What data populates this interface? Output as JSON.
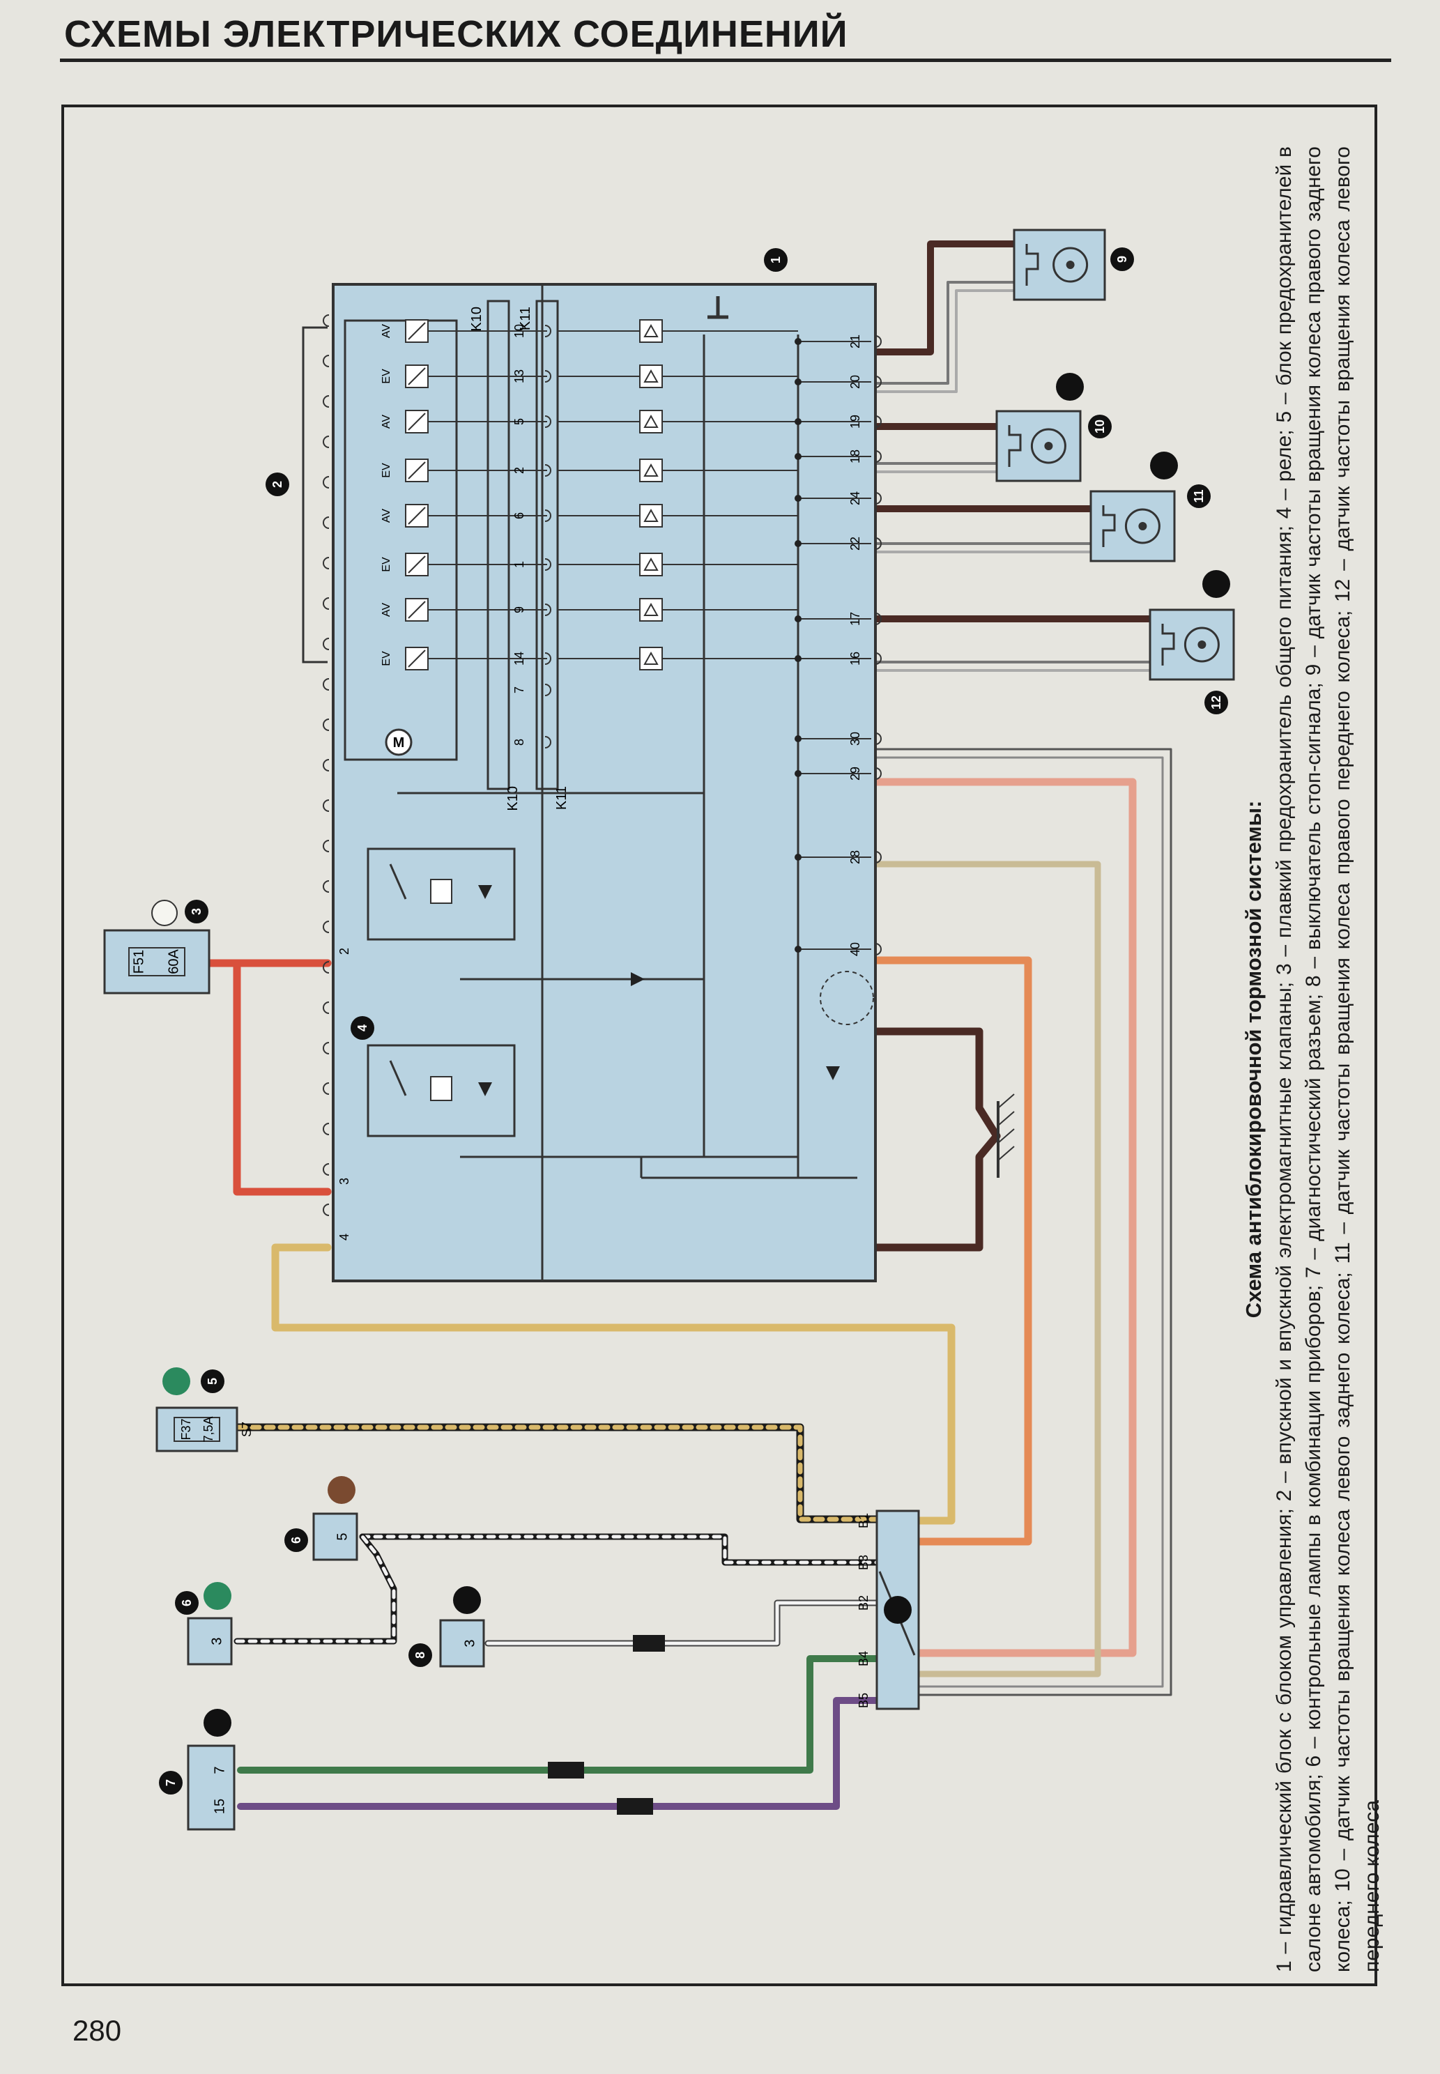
{
  "header": {
    "title": "СХЕМЫ ЭЛЕКТРИЧЕСКИХ СОЕДИНЕНИЙ",
    "page_number": "280"
  },
  "caption": {
    "title": "Схема антиблокировочной тормозной системы:",
    "legend": "1 – гидравлический блок с блоком управления; 2 – впускной и впускной электромагнитные клапаны; 3 – плавкий предохранитель общего питания; 4 – реле; 5 – блок предохранителей в салоне автомобиля; 6 – контрольные лампы в комбинации приборов; 7 – диагностический разъем; 8 – выключатель стоп-сигнала; 9 – датчик частоты вращения колеса правого заднего колеса; 10 – датчик частоты вращения колеса левого заднего колеса; 11 – датчик частоты вращения колеса правого переднего колеса; 12 – датчик частоты вращения колеса левого переднего колеса"
  },
  "callouts": {
    "n1": "1",
    "n2": "2",
    "n3": "3",
    "n4": "4",
    "n5": "5",
    "n6a": "6",
    "n6b": "6",
    "n7": "7",
    "n8": "8",
    "n9": "9",
    "n10": "10",
    "n11": "11",
    "n12": "12"
  },
  "ecu": {
    "k10": "K10",
    "k11": "K11",
    "valve_labels": [
      "EV",
      "AV",
      "EV",
      "AV",
      "EV",
      "AV",
      "EV",
      "AV"
    ],
    "k10_pins": [
      "8",
      "7",
      "14",
      "9",
      "1",
      "6",
      "2",
      "5",
      "13",
      "10"
    ],
    "left_pins": [
      "2",
      "3",
      "4"
    ],
    "right_pins": [
      "30",
      "29",
      "28",
      "40",
      "16",
      "17",
      "22",
      "24",
      "18",
      "19",
      "20",
      "21"
    ],
    "motor": "M"
  },
  "fuses": {
    "f51_name": "F51",
    "f51_rating": "60A",
    "f37_name": "F37",
    "f37_rating": "7,5A",
    "s7": "S7"
  },
  "connectors": {
    "c6_top_pin": "5",
    "c6_bottom_pin": "3",
    "c8_pin": "3",
    "c7_pin_a": "7",
    "c7_pin_b": "15",
    "hub_pins": [
      "B1",
      "B3",
      "B2",
      "B4",
      "B5"
    ]
  },
  "colors": {
    "blue_fill": "#b9d3e1",
    "red_wire": "#d9503c",
    "orange_wire": "#e58a55",
    "pink_wire": "#e6a08d",
    "beige_wire": "#c9bb95",
    "yellow_wire": "#d9b96b",
    "brown_wire": "#4a2a24",
    "green_wire": "#3f7a4a",
    "purple_wire": "#6d4c86",
    "lamp_green": "#2b8a5e",
    "lamp_brown": "#7a4a30"
  }
}
